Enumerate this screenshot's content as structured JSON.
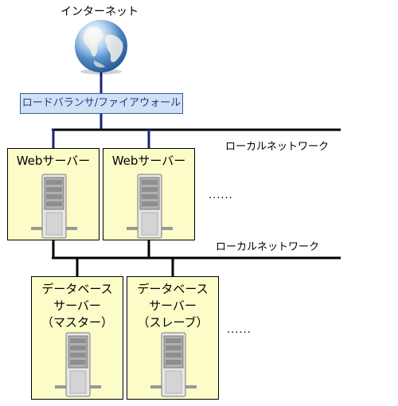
{
  "internet": {
    "label": "インターネット"
  },
  "load_balancer": {
    "label": "ロードバランサ/ファイアウォール"
  },
  "networks": [
    {
      "label": "ローカルネットワーク"
    },
    {
      "label": "ローカルネットワーク"
    }
  ],
  "web_servers": [
    {
      "label": "Webサーバー"
    },
    {
      "label": "Webサーバー"
    }
  ],
  "web_ellipsis": "......",
  "db_servers": [
    {
      "lines": [
        "データベース",
        "サーバー",
        "（マスター）"
      ]
    },
    {
      "lines": [
        "データベース",
        "サーバー",
        "（スレーブ）"
      ]
    }
  ],
  "db_ellipsis": "......",
  "colors": {
    "box_fill": "#fcfcc8",
    "lb_fill": "#cfe0f7",
    "lb_text": "#1f3f82",
    "uplink": "#1a237e",
    "bus": "#000000"
  },
  "icons": [
    "globe-icon",
    "server-icon"
  ]
}
